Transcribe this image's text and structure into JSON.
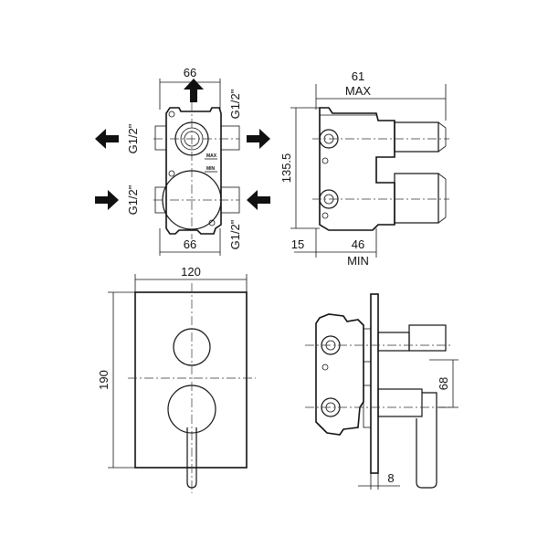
{
  "top_left_view": {
    "width_top": "66",
    "width_bottom": "66",
    "port_left_top": "G1/2\"",
    "port_left_bottom": "G1/2\"",
    "port_right_top": "G1/2\"",
    "port_right_bottom": "G1/2\"",
    "body_mark_max": "MAX",
    "body_mark_min": "MIN"
  },
  "top_right_view": {
    "depth_max_value": "61",
    "depth_max_label": "MAX",
    "height": "135.5",
    "offset_left": "15",
    "depth_min_value": "46",
    "depth_min_label": "MIN"
  },
  "bottom_left_view": {
    "plate_width": "120",
    "plate_height": "190"
  },
  "bottom_right_view": {
    "handle_offset": "68",
    "plate_thickness": "8"
  }
}
